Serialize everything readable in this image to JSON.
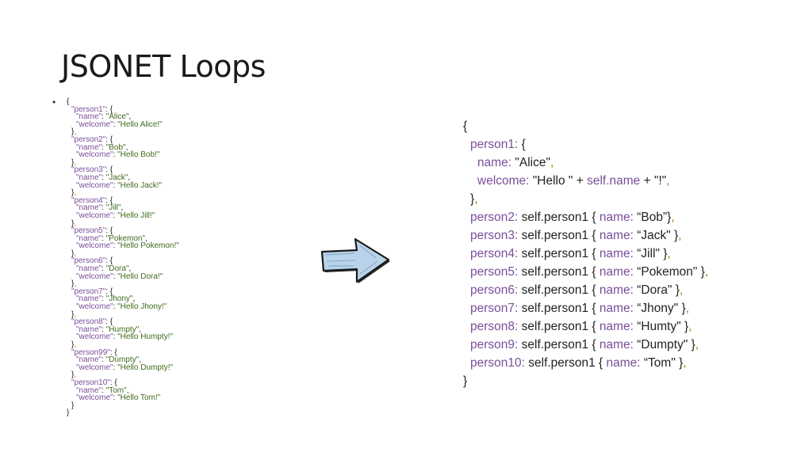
{
  "slide": {
    "title": "JSONET Loops",
    "bullet": "•"
  },
  "left_json": {
    "open": "{",
    "close": "}",
    "persons": [
      {
        "key": "\"person1\"",
        "name": "\"Alice\"",
        "welcome": "\"Hello Alice!\""
      },
      {
        "key": "\"person2\"",
        "name": "\"Bob\"",
        "welcome": "\"Hello Bob!\""
      },
      {
        "key": "\"person3\"",
        "name": "\"Jack\"",
        "welcome": "\"Hello Jack!\""
      },
      {
        "key": "\"person4\"",
        "name": "\"Jill\"",
        "welcome": "\"Hello Jill!\""
      },
      {
        "key": "\"person5\"",
        "name": "\"Pokemon\"",
        "welcome": "\"Hello Pokemon!\""
      },
      {
        "key": "\"person6\"",
        "name": "\"Dora\"",
        "welcome": "\"Hello Dora!\""
      },
      {
        "key": "\"person7\"",
        "name": "\"Jhony\"",
        "welcome": "\"Hello Jhony!\""
      },
      {
        "key": "\"person8\"",
        "name": "\"Humpty\"",
        "welcome": "\"Hello Humpty!\""
      },
      {
        "key": "\"person99\"",
        "name": "\"Dumpty\"",
        "welcome": "\"Hello Dumpty!\""
      },
      {
        "key": "\"person10\"",
        "name": "\"Tom\"",
        "welcome": "\"Hello Tom!\""
      }
    ],
    "name_key": "\"name\"",
    "welcome_key": "\"welcome\""
  },
  "arrow": {
    "icon": "right-arrow-icon",
    "fill": "#b9d3ea",
    "outline": "#1a1a1a"
  },
  "right_code": {
    "open": "{",
    "close": "}",
    "person1_key": "person1:",
    "person1_open": "{",
    "name_key": "name:",
    "name_val": "\"Alice\"",
    "welcome_key": "welcome:",
    "welcome_pre": "\"Hello \"",
    "plus": "+",
    "self_name": "self.name",
    "welcome_post": "\"!\"",
    "person1_close": "}",
    "overrides": [
      {
        "key": "person2:",
        "base": "self.person1 {",
        "nk": "name:",
        "val": "“Bob”}",
        "comma": ","
      },
      {
        "key": "person3:",
        "base": "self.person1 {",
        "nk": "name:",
        "val": "“Jack\" }",
        "comma": ","
      },
      {
        "key": "person4:",
        "base": "self.person1 {",
        "nk": "name:",
        "val": "“Jill\" }",
        "comma": ","
      },
      {
        "key": "person5:",
        "base": "self.person1 {",
        "nk": "name:",
        "val": "“Pokemon\" }",
        "comma": ","
      },
      {
        "key": "person6:",
        "base": "self.person1 {",
        "nk": "name:",
        "val": "“Dora\" }",
        "comma": ","
      },
      {
        "key": "person7:",
        "base": "self.person1 {",
        "nk": "name:",
        "val": "“Jhony\" }",
        "comma": ","
      },
      {
        "key": "person8:",
        "base": "self.person1 {",
        "nk": "name:",
        "val": "“Humty\" }",
        "comma": ","
      },
      {
        "key": "person9:",
        "base": "self.person1 {",
        "nk": "name:",
        "val": "“Dumpty\" }",
        "comma": ","
      },
      {
        "key": "person10:",
        "base": "self.person1 {",
        "nk": "name:",
        "val": "“Tom\" }",
        "comma": ","
      }
    ]
  }
}
